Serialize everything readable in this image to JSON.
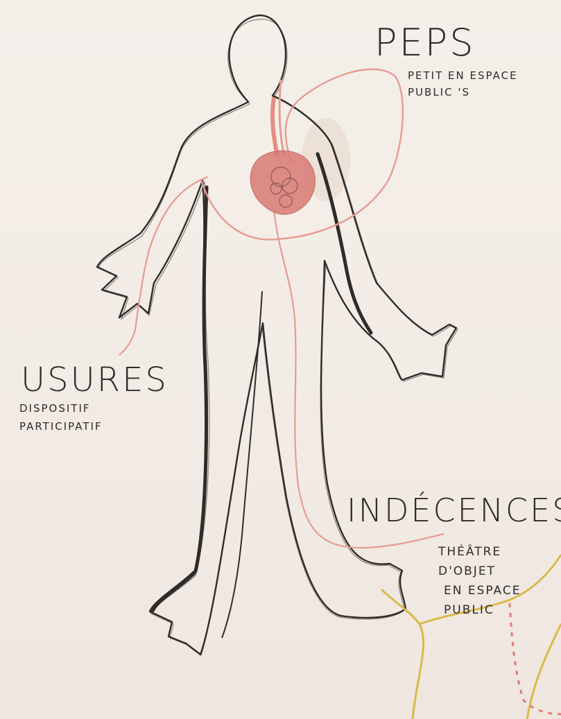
{
  "labels": {
    "peps": {
      "title": "PEPS",
      "subtitle_line1": "PETIT EN ESPACE",
      "subtitle_line2": "PUBLIC 'S"
    },
    "usures": {
      "title": "USURES",
      "subtitle_line1": "DISPOSITIF",
      "subtitle_line2": "PARTICIPATIF"
    },
    "indecences": {
      "title": "INDÉCENCES",
      "subtitle_line1": "THÉÂTRE",
      "subtitle_line2": "D'OBJET",
      "subtitle_line3": "EN ESPACE",
      "subtitle_line4": "PUBLIC"
    }
  },
  "colors": {
    "ink": "#2f2b28",
    "vein": "#e89b92",
    "heart": "#d97a74",
    "gold": "#d9b94a",
    "paper": "#f3ece7"
  }
}
